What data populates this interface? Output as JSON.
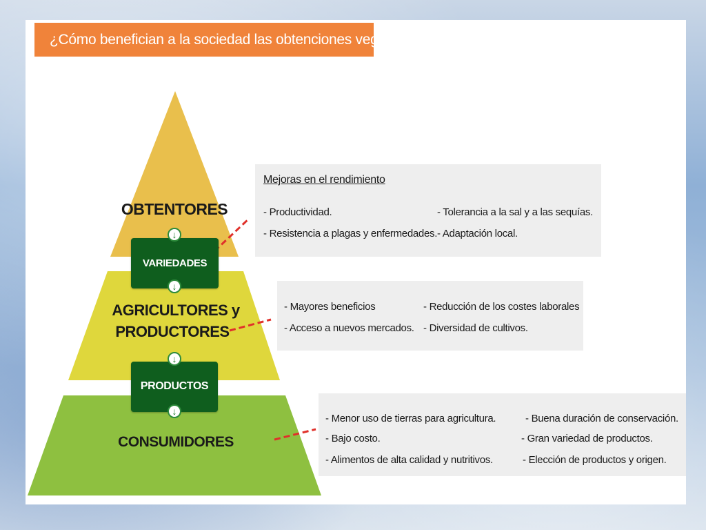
{
  "title": "¿Cómo benefician a la sociedad las obtenciones vegetales?",
  "pyramid": {
    "tiers": [
      {
        "label": "OBTENTORES",
        "color": "#e9bf4c"
      },
      {
        "label_line1": "AGRICULTORES y",
        "label_line2": "PRODUCTORES",
        "color": "#dfd73c"
      },
      {
        "label": "CONSUMIDORES",
        "color": "#8ec040"
      }
    ],
    "connectors": [
      "VARIEDADES",
      "PRODUCTOS"
    ],
    "connector_color": "#0f5e1e",
    "arrow_icon": "down-arrow-circle-icon"
  },
  "boxes": {
    "breeders": {
      "title": "Mejoras en el rendimiento",
      "left_items": [
        "- Productividad.",
        "- Resistencia a plagas y enfermedades."
      ],
      "right_items": [
        "- Tolerancia a la sal y a las sequías.",
        "- Adaptación local."
      ]
    },
    "farmers": {
      "left_items": [
        "- Mayores beneficios",
        "- Acceso a nuevos mercados."
      ],
      "right_items": [
        "- Reducción de los costes laborales",
        "- Diversidad de cultivos."
      ]
    },
    "consumers": {
      "left_items": [
        "- Menor uso de tierras para agricultura.",
        "- Bajo costo.",
        "- Alimentos de alta calidad y nutritivos."
      ],
      "right_items": [
        "- Buena duración de conservación.",
        "-  Gran variedad de productos.",
        "-  Elección de productos y origen."
      ]
    }
  },
  "connector_line_color": "#e0302a",
  "title_bar_color": "#f0833a"
}
